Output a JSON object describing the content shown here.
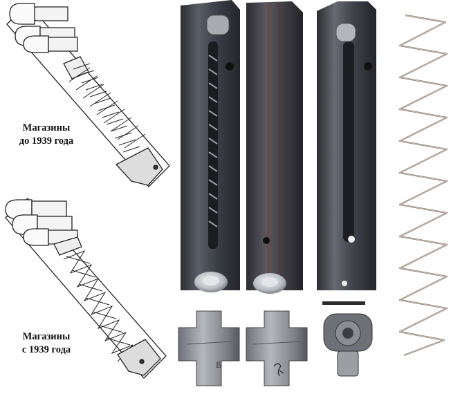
{
  "captions": {
    "before": {
      "line1": "Магазины",
      "line2": "до 1939 года"
    },
    "after": {
      "line1": "Магазины",
      "line2": "с 1939 года"
    }
  },
  "parts": [
    {
      "name": "magazine-body",
      "count": 3,
      "color": "#4a4d55"
    },
    {
      "name": "follower-button",
      "color": "#bfc3c8"
    },
    {
      "name": "magazine-base-plate",
      "count": 3,
      "color": "#8e9197"
    },
    {
      "name": "magazine-spring",
      "color": "#8a7a6a"
    }
  ]
}
